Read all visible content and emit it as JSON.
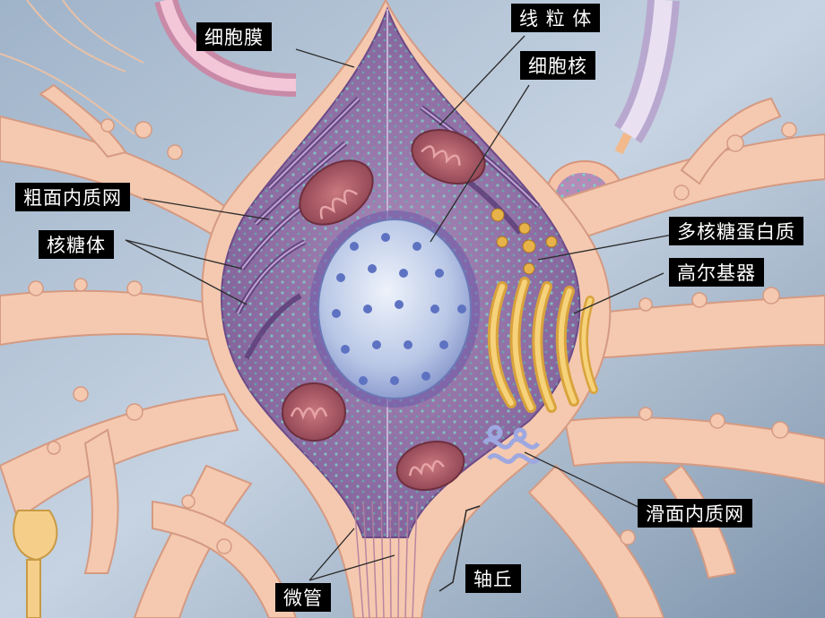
{
  "labels": {
    "cell_membrane": "细胞膜",
    "mitochondria": "线 粒 体",
    "nucleus": "细胞核",
    "rough_er": "粗面内质网",
    "ribosomes": "核糖体",
    "polyribosomes": "多核糖蛋白质",
    "golgi": "高尔基器",
    "smooth_er": "滑面内质网",
    "microtubules": "微管",
    "axon_hillock": "轴丘"
  }
}
